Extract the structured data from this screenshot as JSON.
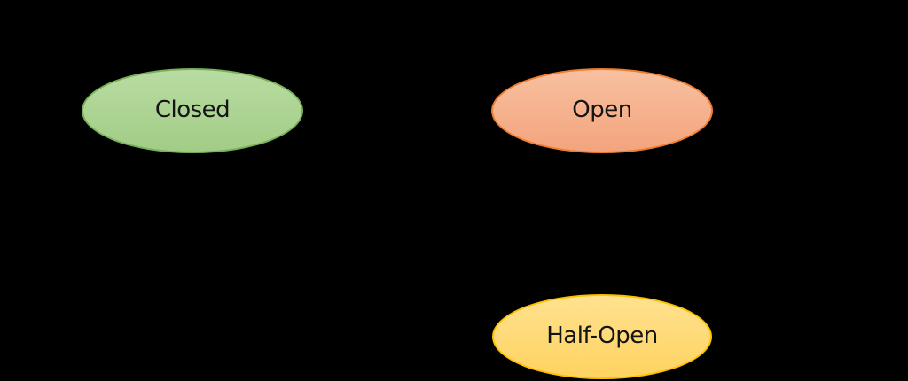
{
  "background_color": "#000000",
  "states": [
    {
      "id": "closed",
      "label": "Closed",
      "fill_top": "#b8dca2",
      "fill_bottom": "#a2cc86",
      "border_color": "#79b158",
      "text_color": "#141414"
    },
    {
      "id": "open",
      "label": "Open",
      "fill_top": "#f8c0a0",
      "fill_bottom": "#f3a47d",
      "border_color": "#ed7d31",
      "text_color": "#141414"
    },
    {
      "id": "half-open",
      "label": "Half-Open",
      "fill_top": "#ffe18f",
      "fill_bottom": "#ffd361",
      "border_color": "#ffc000",
      "text_color": "#141414"
    }
  ]
}
